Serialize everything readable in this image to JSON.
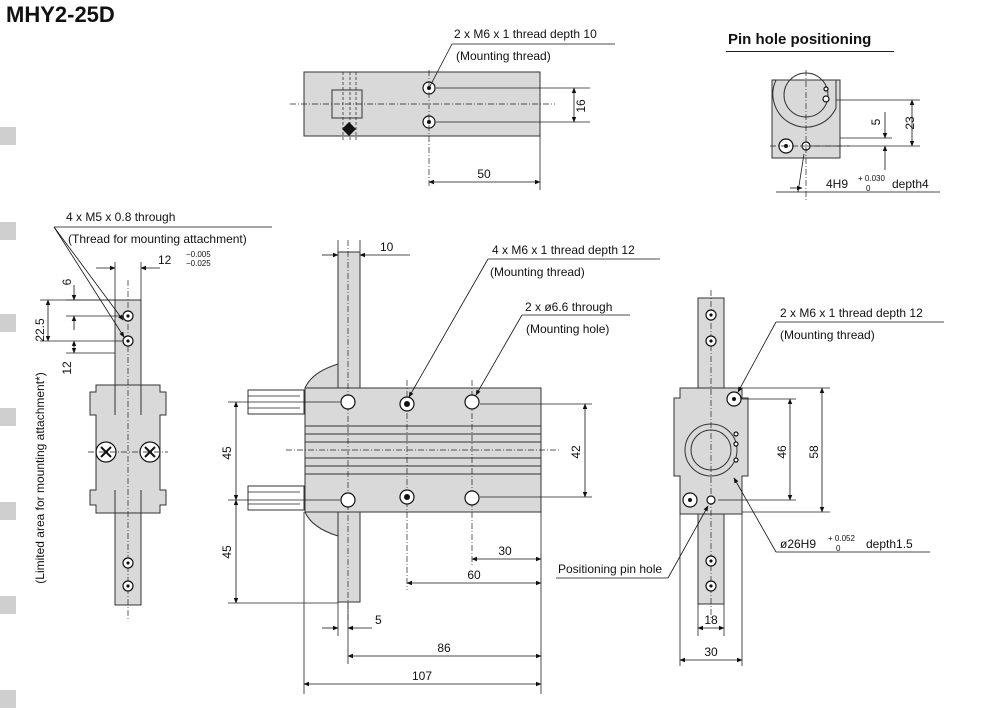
{
  "title": "MHY2-25D",
  "subtitle": "Pin hole positioning",
  "callouts": {
    "top_thread": "2 x M6 x 1 thread depth 10",
    "top_thread_note": "(Mounting thread)",
    "side_through": "4 x M5 x 0.8 through",
    "side_through_note": "(Thread for mounting attachment)",
    "front_thread": "4 x M6 x 1 thread depth 12",
    "front_thread_note": "(Mounting thread)",
    "front_hole": "2 x ø6.6 through",
    "front_hole_note": "(Mounting hole)",
    "right_thread": "2 x M6 x 1 thread depth 12",
    "right_thread_note": "(Mounting thread)",
    "pin_hole_label": "Positioning pin hole",
    "vertical_note": "(Limited area for mounting attachment*)"
  },
  "tolerances": {
    "pin_hole_size": "4H9",
    "pin_hole_upper": "+ 0.030",
    "pin_hole_lower": "0",
    "pin_hole_depth": "depth4",
    "bore_size": "ø26H9",
    "bore_upper": "+ 0.052",
    "bore_lower": "0",
    "bore_depth": "depth1.5",
    "slot_size": "12",
    "slot_upper": "−0.005",
    "slot_lower": "−0.025"
  },
  "dimensions": {
    "top_height": "16",
    "top_length": "50",
    "pin_height": "23",
    "pin_offset": "5",
    "side_top": "6",
    "side_spacing": "22.5",
    "side_bottom": "12",
    "jaw_width": "10",
    "front_upper": "45",
    "front_lower": "45",
    "front_height": "42",
    "front_short": "30",
    "front_mid": "60",
    "front_small": "5",
    "front_body": "86",
    "front_total": "107",
    "right_spacing": "46",
    "right_height": "58",
    "right_pin": "18",
    "right_width": "30"
  },
  "colors": {
    "body_fill": "#d9d9d9",
    "line": "#222222"
  }
}
